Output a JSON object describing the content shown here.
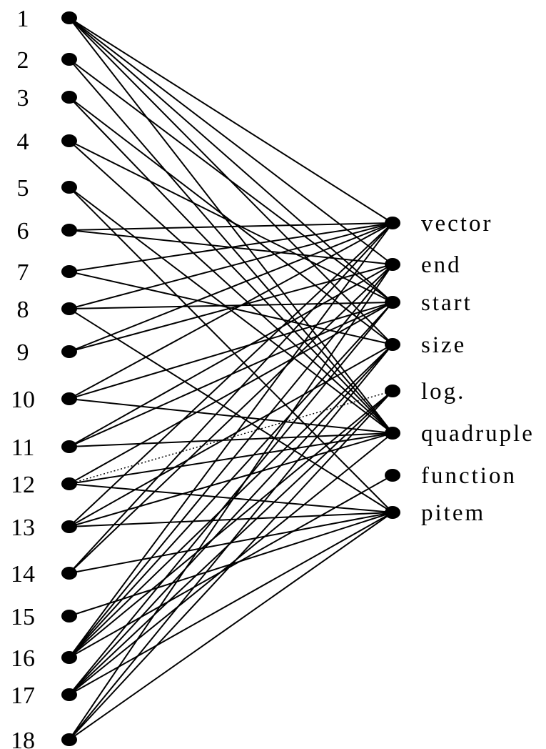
{
  "left_nodes": [
    "1",
    "2",
    "3",
    "4",
    "5",
    "6",
    "7",
    "8",
    "9",
    "10",
    "11",
    "12",
    "13",
    "14",
    "15",
    "16",
    "17",
    "18"
  ],
  "right_nodes": [
    "vector",
    "end",
    "start",
    "size",
    "log.",
    "quadruple",
    "function",
    "pitem"
  ],
  "edges": [
    [
      "1",
      "vector",
      "solid"
    ],
    [
      "1",
      "start",
      "solid"
    ],
    [
      "1",
      "size",
      "solid"
    ],
    [
      "1",
      "quadruple",
      "solid"
    ],
    [
      "1",
      "end",
      "solid"
    ],
    [
      "2",
      "start",
      "solid"
    ],
    [
      "2",
      "quadruple",
      "solid"
    ],
    [
      "3",
      "size",
      "solid"
    ],
    [
      "3",
      "quadruple",
      "solid"
    ],
    [
      "4",
      "start",
      "solid"
    ],
    [
      "4",
      "quadruple",
      "solid"
    ],
    [
      "5",
      "quadruple",
      "solid"
    ],
    [
      "5",
      "pitem",
      "solid"
    ],
    [
      "6",
      "vector",
      "solid"
    ],
    [
      "6",
      "end",
      "solid"
    ],
    [
      "7",
      "vector",
      "solid"
    ],
    [
      "7",
      "size",
      "solid"
    ],
    [
      "8",
      "vector",
      "solid"
    ],
    [
      "8",
      "start",
      "solid"
    ],
    [
      "8",
      "pitem",
      "solid"
    ],
    [
      "9",
      "vector",
      "solid"
    ],
    [
      "9",
      "end",
      "solid"
    ],
    [
      "10",
      "vector",
      "solid"
    ],
    [
      "10",
      "start",
      "solid"
    ],
    [
      "10",
      "quadruple",
      "solid"
    ],
    [
      "11",
      "end",
      "solid"
    ],
    [
      "11",
      "start",
      "solid"
    ],
    [
      "11",
      "quadruple",
      "solid"
    ],
    [
      "12",
      "start",
      "solid"
    ],
    [
      "12",
      "quadruple",
      "solid"
    ],
    [
      "12",
      "pitem",
      "solid"
    ],
    [
      "12",
      "log.",
      "dotted"
    ],
    [
      "13",
      "vector",
      "solid"
    ],
    [
      "13",
      "size",
      "solid"
    ],
    [
      "13",
      "quadruple",
      "solid"
    ],
    [
      "13",
      "pitem",
      "solid"
    ],
    [
      "14",
      "vector",
      "solid"
    ],
    [
      "14",
      "end",
      "solid"
    ],
    [
      "14",
      "pitem",
      "solid"
    ],
    [
      "15",
      "pitem",
      "solid"
    ],
    [
      "16",
      "vector",
      "solid"
    ],
    [
      "16",
      "end",
      "solid"
    ],
    [
      "16",
      "start",
      "solid"
    ],
    [
      "16",
      "size",
      "solid"
    ],
    [
      "16",
      "log.",
      "solid"
    ],
    [
      "16",
      "function",
      "solid"
    ],
    [
      "17",
      "start",
      "solid"
    ],
    [
      "17",
      "size",
      "solid"
    ],
    [
      "17",
      "log.",
      "solid"
    ],
    [
      "17",
      "quadruple",
      "solid"
    ],
    [
      "17",
      "pitem",
      "solid"
    ],
    [
      "18",
      "size",
      "solid"
    ],
    [
      "18",
      "end",
      "solid"
    ],
    [
      "18",
      "log.",
      "solid"
    ],
    [
      "18",
      "pitem",
      "solid"
    ]
  ]
}
